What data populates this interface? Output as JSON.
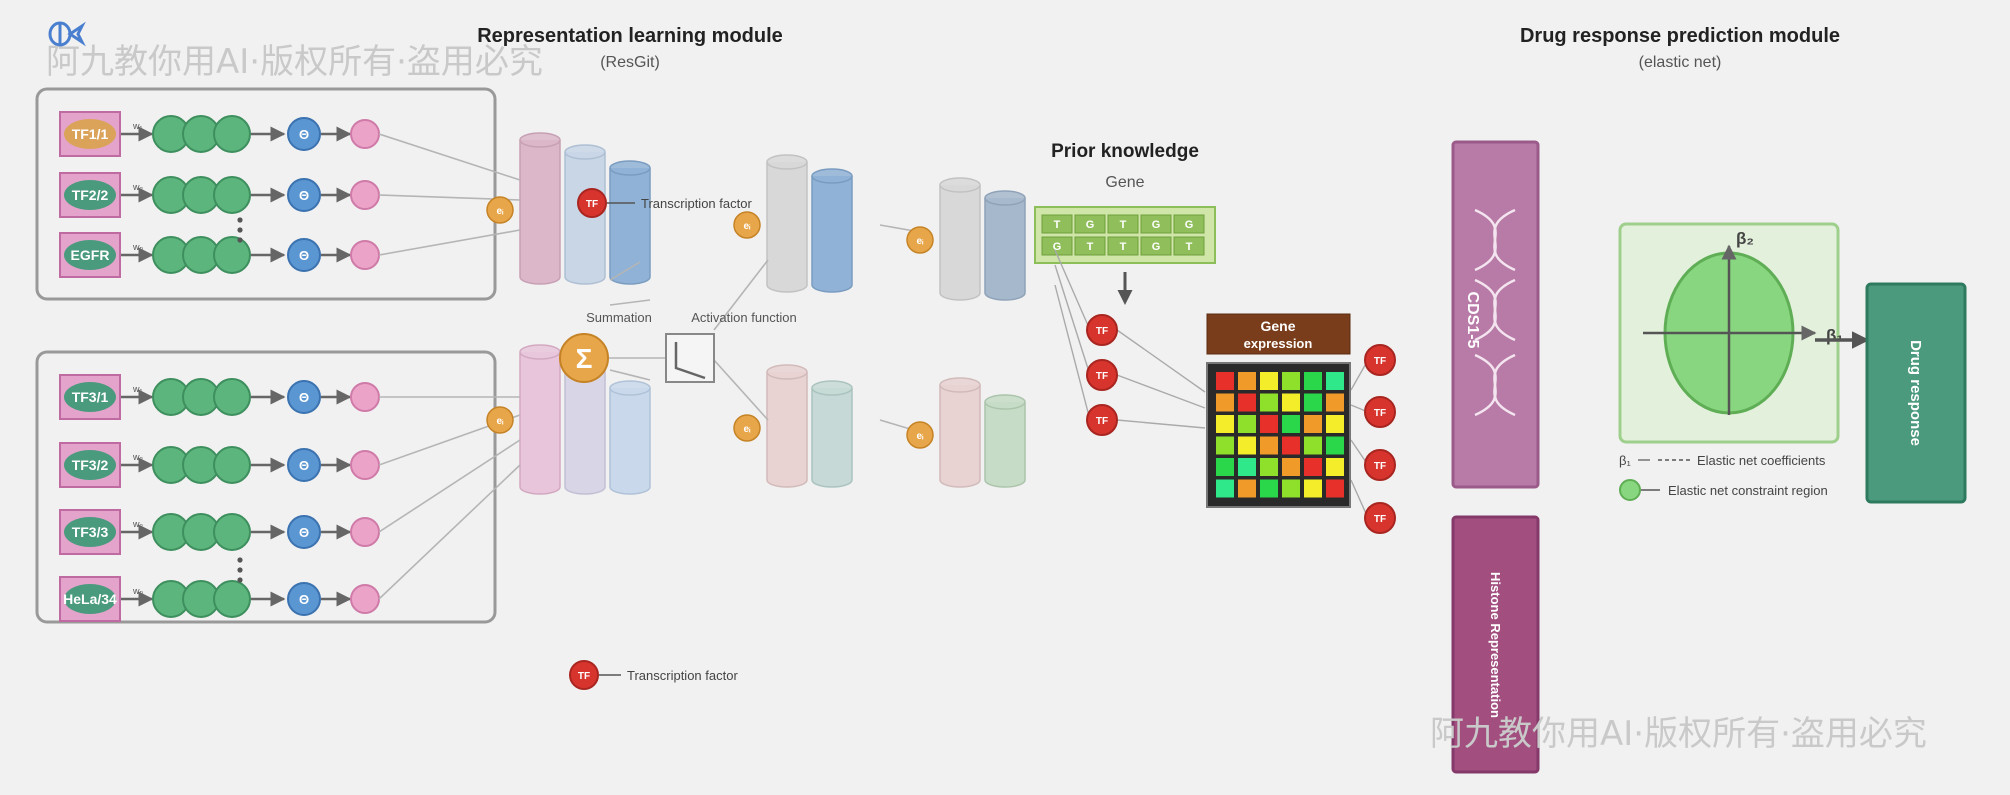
{
  "watermark": "阿九教你用AI·版权所有·盗用必究",
  "logo_icon": "fish-logo-icon",
  "representation": {
    "title": "Representation learning module",
    "subtitle": "(ResGit)",
    "summation_label": "Summation",
    "activation_label": "Activation function",
    "sigma_symbol": "Σ",
    "node_symbol": "eᵢ",
    "theta_symbol": "Θ",
    "tf_badge": "TF",
    "tf_legend_label": "Transcription factor",
    "top_group": [
      {
        "label": "TF1/1",
        "weight": "w₁"
      },
      {
        "label": "TF2/2",
        "weight": "w₂"
      },
      {
        "label": "EGFR",
        "weight": "wₙ"
      }
    ],
    "bottom_group": [
      {
        "label": "TF3/1",
        "weight": "w₁"
      },
      {
        "label": "TF3/2",
        "weight": "w₂"
      },
      {
        "label": "TF3/3",
        "weight": "w₃"
      },
      {
        "label": "HeLa/34",
        "weight": "wₙ"
      }
    ]
  },
  "prior": {
    "title": "Prior knowledge",
    "gene_label": "Gene",
    "gene_rows": [
      [
        "T",
        "G",
        "T",
        "G",
        "G"
      ],
      [
        "G",
        "T",
        "T",
        "G",
        "T"
      ]
    ],
    "tf_badge": "TF",
    "expression_title_line1": "Gene",
    "expression_title_line2": "expression",
    "heatmap_colors": [
      [
        "#e8302a",
        "#f09a2a",
        "#f4ee2a",
        "#8ee02a",
        "#2ad64a",
        "#2ee88a"
      ],
      [
        "#f09a2a",
        "#e8302a",
        "#8ee02a",
        "#f4ee2a",
        "#2ad64a",
        "#f09a2a"
      ],
      [
        "#f4ee2a",
        "#8ee02a",
        "#e8302a",
        "#2ad64a",
        "#f09a2a",
        "#f4ee2a"
      ],
      [
        "#8ee02a",
        "#f4ee2a",
        "#f09a2a",
        "#e8302a",
        "#8ee02a",
        "#2ad64a"
      ],
      [
        "#2ad64a",
        "#2ee88a",
        "#8ee02a",
        "#f09a2a",
        "#e8302a",
        "#f4ee2a"
      ],
      [
        "#2ee88a",
        "#f09a2a",
        "#2ad64a",
        "#8ee02a",
        "#f4ee2a",
        "#e8302a"
      ]
    ]
  },
  "drug": {
    "title": "Drug response prediction module",
    "subtitle": "(elastic net)",
    "cds_label": "CDS1-5",
    "histone_label": "Histone Representation",
    "beta1": "β₁",
    "beta2": "β₂",
    "coef_legend": "Elastic net coefficients",
    "region_legend": "Elastic net constraint region",
    "output_label": "Drug response"
  },
  "colors": {
    "tf_node": "#d8342e",
    "green_node": "#5cb57c",
    "theta_node": "#5a96d2",
    "pink_node": "#eca3c8",
    "orange_node": "#e8a64a",
    "expr_header": "#7a3d1c",
    "cds_bar": "#b87aa6",
    "histone_bar": "#a24f80",
    "output_box": "#4c9a7e"
  }
}
